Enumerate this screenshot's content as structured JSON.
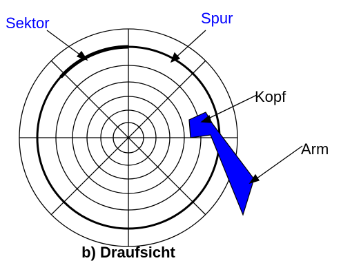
{
  "labels": {
    "sektor": "Sektor",
    "spur": "Spur",
    "kopf": "Kopf",
    "arm": "Arm"
  },
  "caption": "b) Draufsicht",
  "colors": {
    "blue_label": "#0000ff",
    "arm_fill": "#0000ff",
    "line": "#000000",
    "background": "#ffffff"
  },
  "disk": {
    "ring_count": 6,
    "sector_line_count": 8
  }
}
